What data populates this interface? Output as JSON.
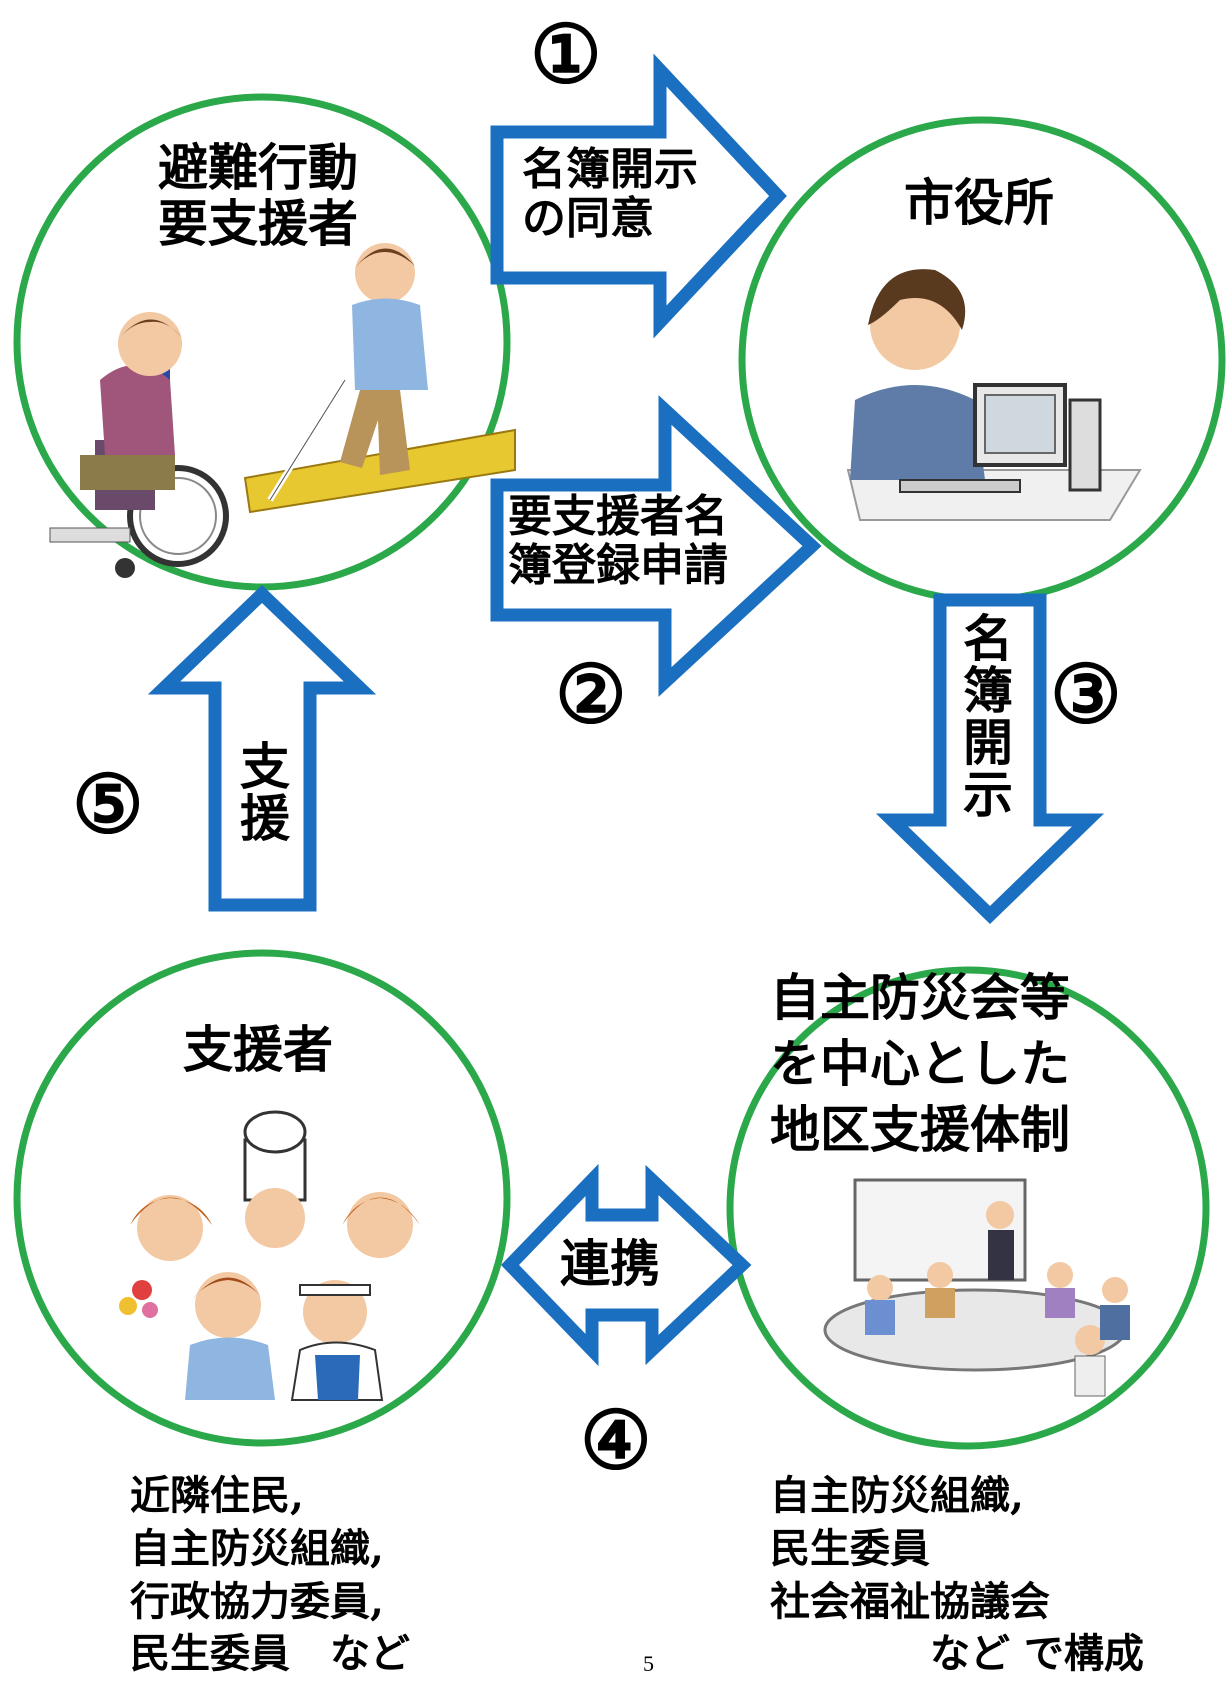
{
  "diagram": {
    "nodes": {
      "requester": {
        "title": "避難行動\n要支援者"
      },
      "city": {
        "title": "市役所"
      },
      "supporters": {
        "title": "支援者",
        "members": "近隣住民,\n自主防災組織,\n行政協力委員,\n民生委員　など"
      },
      "district": {
        "title": "自主防災会等\nを中心とした\n地区支援体制",
        "members": "自主防災組織,\n民生委員\n社会福祉協議会\n　　　　など で構成"
      }
    },
    "steps": {
      "s1": {
        "number": "①",
        "label": "名簿開示\nの同意"
      },
      "s2": {
        "number": "②",
        "label": "要支援者名\n簿登録申請"
      },
      "s3": {
        "number": "③",
        "label": "名簿開示"
      },
      "s4": {
        "number": "④",
        "label": "連携"
      },
      "s5": {
        "number": "⑤",
        "label": "支援"
      }
    },
    "page_number": "5"
  },
  "colors": {
    "circle": "#2aa84a",
    "arrow": "#1a6fc0",
    "text": "#000000"
  }
}
